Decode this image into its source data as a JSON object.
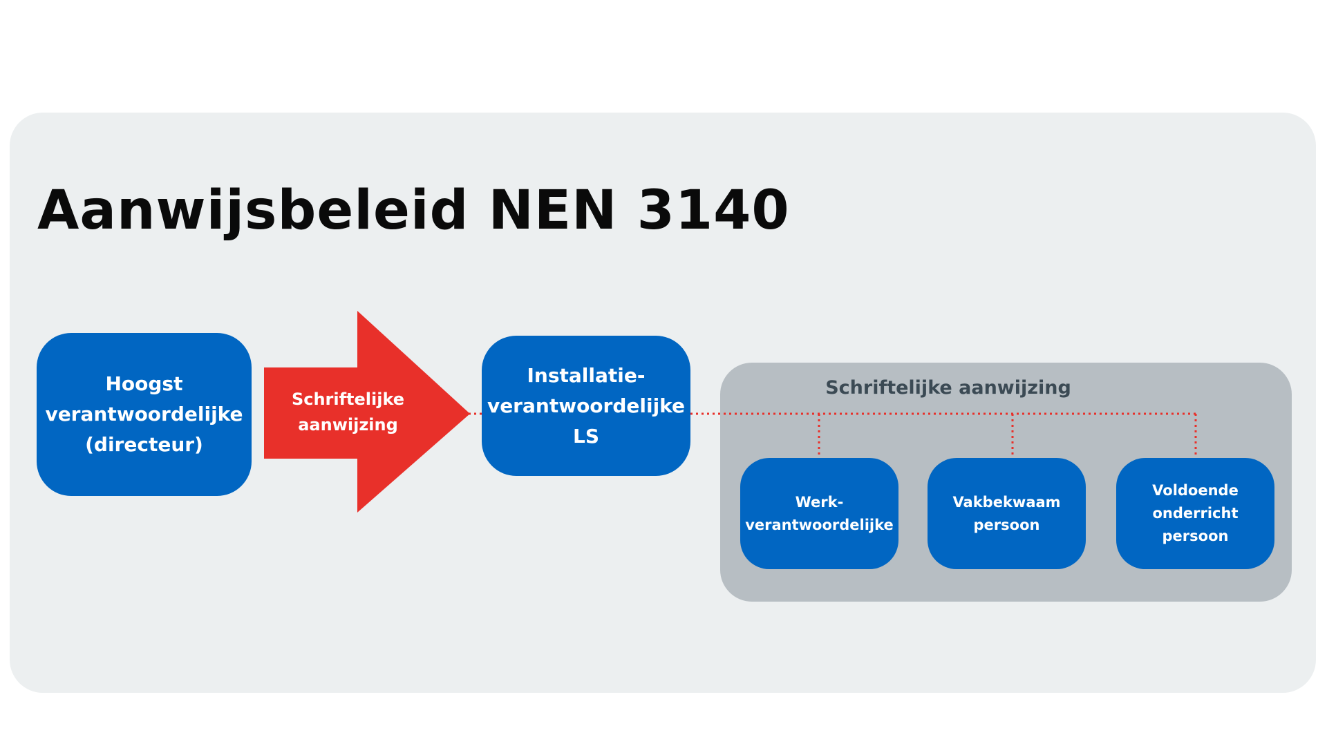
{
  "title": "Aanwijsbeleid NEN 3140",
  "colors": {
    "panel_background": "#eceff0",
    "box_blue": "#0166c2",
    "arrow_red": "#e8302a",
    "group_background": "#b7bec3",
    "group_label": "#3b4a54",
    "connector_red": "#e8302a"
  },
  "nodes": {
    "directeur": "Hoogst\nverantwoordelijke\n(directeur)",
    "installatie": "Installatie-\nverantwoordelijke\nLS",
    "werk": "Werk-\nverantwoordelijke",
    "vakbekwaam": "Vakbekwaam\npersoon",
    "onderricht": "Voldoende\nonderricht\npersoon"
  },
  "arrow": {
    "label": "Schriftelijke\naanwijzing",
    "icon": "right-arrow-icon"
  },
  "group": {
    "label": "Schriftelijke aanwijzing"
  }
}
